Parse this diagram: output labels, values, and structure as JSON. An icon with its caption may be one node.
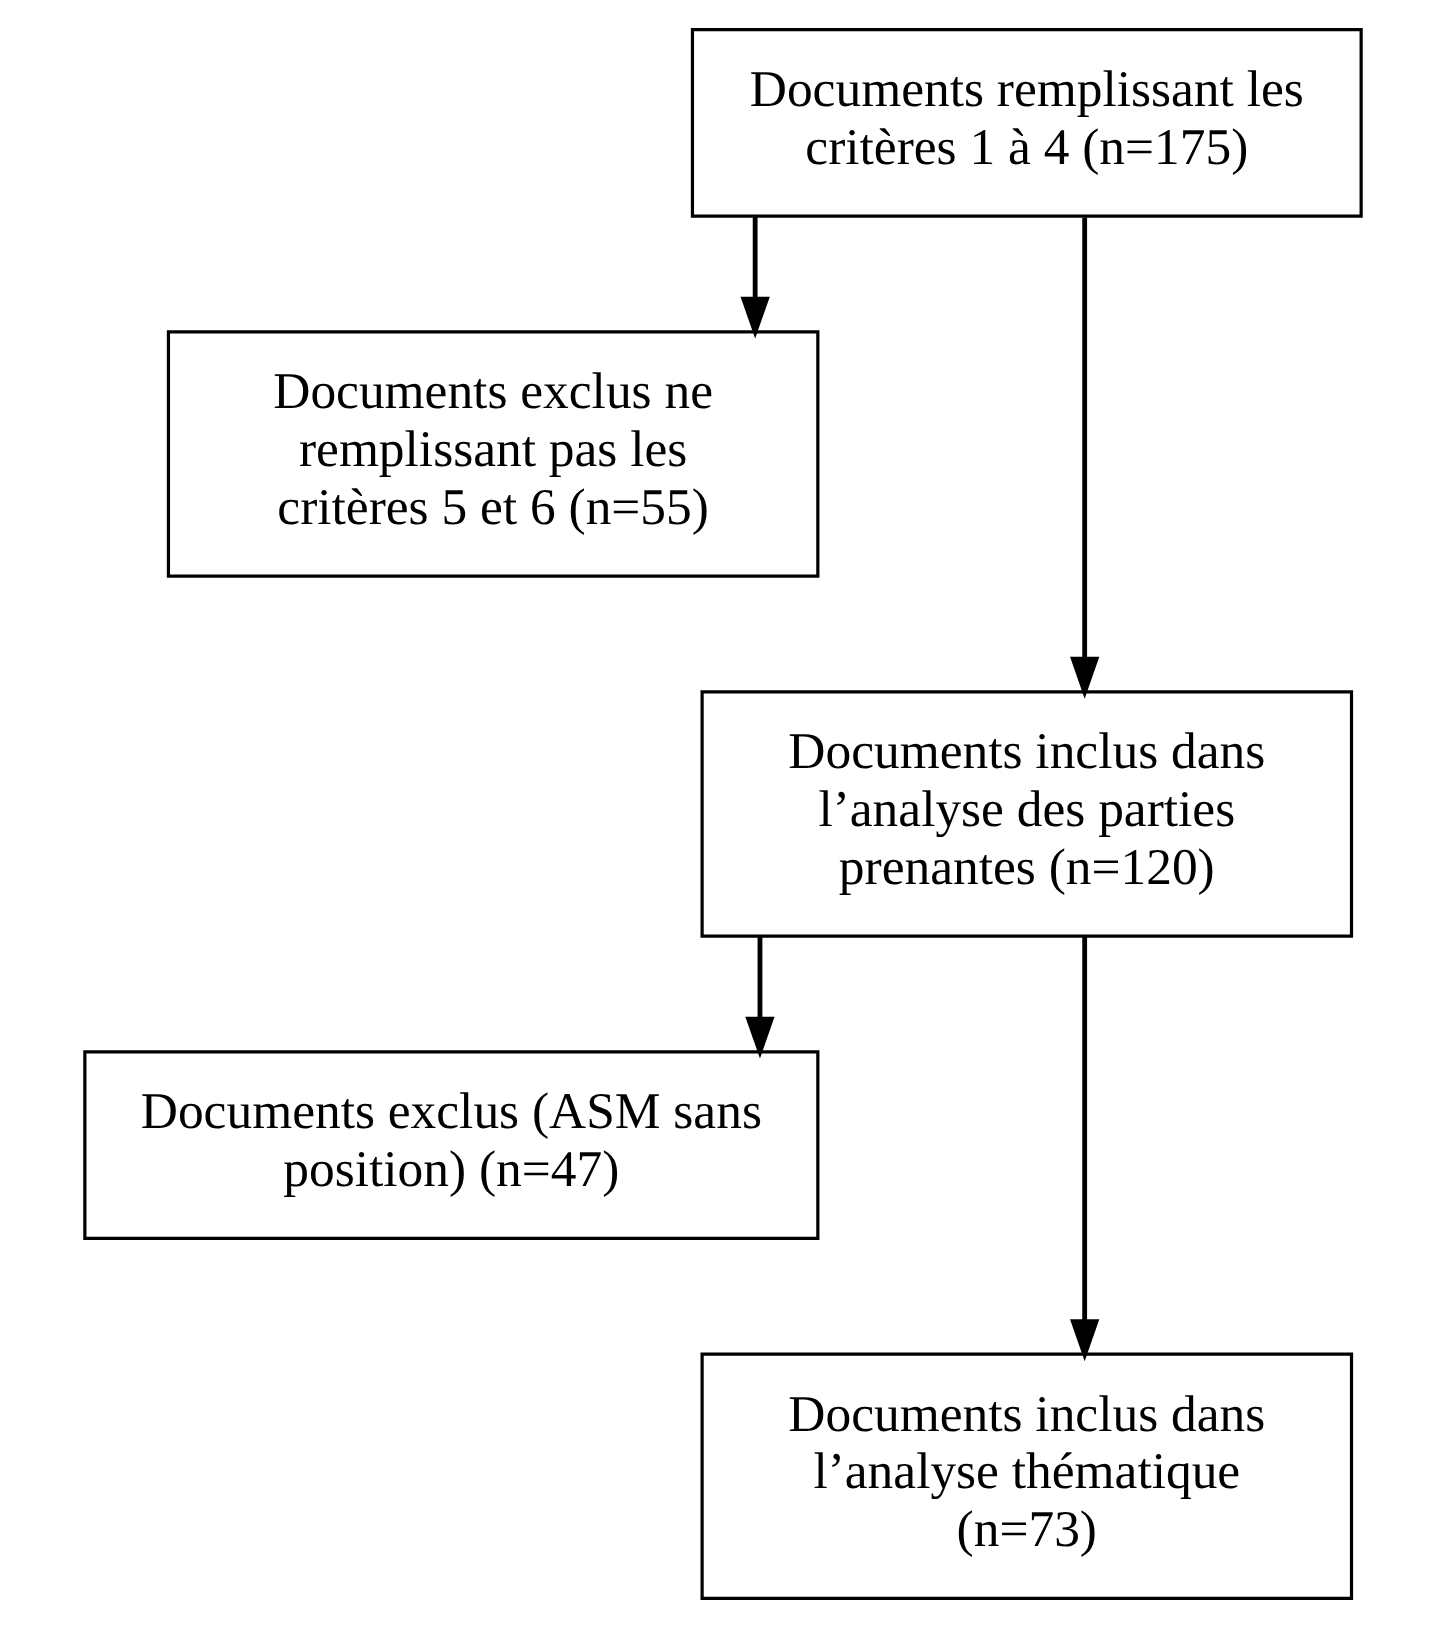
{
  "diagram": {
    "nodes": [
      {
        "text": [
          "Documents remplissant les critères 1 à 4 (n=175)"
        ]
      },
      {
        "text": [
          "Documents exclus ne remplissant pas les critères 5 et 6 (n=55)"
        ]
      },
      {
        "text": [
          "Documents inclus dans l’analyse des parties prenantes (n=120)"
        ]
      },
      {
        "text": [
          "Documents exclus (ASM sans position) (n=47)"
        ]
      },
      {
        "text": [
          "Documents inclus dans l’analyse thématique (n=73)"
        ]
      }
    ],
    "edges": [
      {
        "from": 0,
        "to": 2,
        "arrow": "to"
      },
      {
        "from": 0,
        "to": 1,
        "arrow": "to"
      },
      {
        "from": 2,
        "to": 4,
        "arrow": "to"
      },
      {
        "from": 2,
        "to": 3,
        "arrow": "to"
      }
    ]
  }
}
